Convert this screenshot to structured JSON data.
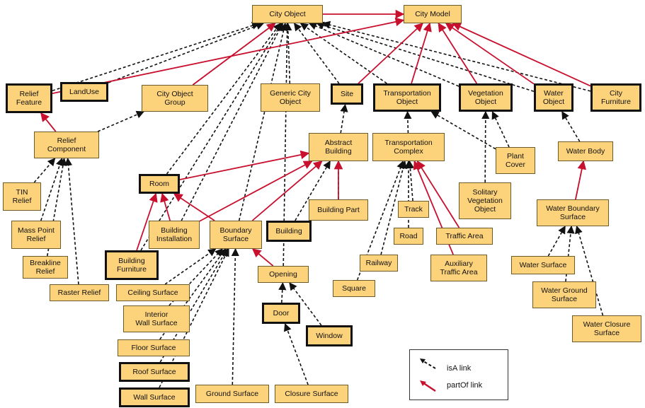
{
  "nodes": [
    {
      "id": "city_object",
      "label": "City Object",
      "bold": false
    },
    {
      "id": "city_model",
      "label": "City Model",
      "bold": false
    },
    {
      "id": "relief_feature",
      "label": "Relief\nFeature",
      "bold": true
    },
    {
      "id": "landuse",
      "label": "LandUse",
      "bold": true
    },
    {
      "id": "city_object_group",
      "label": "City Object\nGroup",
      "bold": false
    },
    {
      "id": "generic_city_object",
      "label": "Generic City\nObject",
      "bold": false
    },
    {
      "id": "site",
      "label": "Site",
      "bold": true
    },
    {
      "id": "transportation_object",
      "label": "Transportation\nObject",
      "bold": true
    },
    {
      "id": "vegetation_object",
      "label": "Vegetation\nObject",
      "bold": true
    },
    {
      "id": "water_object",
      "label": "Water\nObject",
      "bold": true
    },
    {
      "id": "city_furniture",
      "label": "City\nFurniture",
      "bold": true
    },
    {
      "id": "relief_component",
      "label": "Relief\nComponent",
      "bold": false
    },
    {
      "id": "abstract_building",
      "label": "Abstract\nBuilding",
      "bold": false
    },
    {
      "id": "transportation_complex",
      "label": "Transportation\nComplex",
      "bold": false
    },
    {
      "id": "plant_cover",
      "label": "Plant\nCover",
      "bold": false
    },
    {
      "id": "water_body",
      "label": "Water Body",
      "bold": false
    },
    {
      "id": "tin_relief",
      "label": "TIN\nRelief",
      "bold": false
    },
    {
      "id": "room",
      "label": "Room",
      "bold": true
    },
    {
      "id": "building_part",
      "label": "Building Part",
      "bold": false
    },
    {
      "id": "track",
      "label": "Track",
      "bold": false
    },
    {
      "id": "solitary_vegetation_object",
      "label": "Solitary\nVegetation\nObject",
      "bold": false
    },
    {
      "id": "water_boundary_surface",
      "label": "Water Boundary\nSurface",
      "bold": false
    },
    {
      "id": "mass_point_relief",
      "label": "Mass Point\nRelief",
      "bold": false
    },
    {
      "id": "building_installation",
      "label": "Building\nInstallation",
      "bold": false
    },
    {
      "id": "boundary_surface",
      "label": "Boundary\nSurface",
      "bold": false
    },
    {
      "id": "building",
      "label": "Building",
      "bold": true
    },
    {
      "id": "road",
      "label": "Road",
      "bold": false
    },
    {
      "id": "traffic_area",
      "label": "Traffic Area",
      "bold": false
    },
    {
      "id": "breakline_relief",
      "label": "Breakline\nRelief",
      "bold": false
    },
    {
      "id": "building_furniture",
      "label": "Building\nFurniture",
      "bold": true
    },
    {
      "id": "railway",
      "label": "Railway",
      "bold": false
    },
    {
      "id": "auxiliary_traffic_area",
      "label": "Auxiliary\nTraffic Area",
      "bold": false
    },
    {
      "id": "water_surface",
      "label": "Water Surface",
      "bold": false
    },
    {
      "id": "opening",
      "label": "Opening",
      "bold": false
    },
    {
      "id": "raster_relief",
      "label": "Raster Relief",
      "bold": false
    },
    {
      "id": "ceiling_surface",
      "label": "Ceiling Surface",
      "bold": false
    },
    {
      "id": "square",
      "label": "Square",
      "bold": false
    },
    {
      "id": "water_ground_surface",
      "label": "Water Ground\nSurface",
      "bold": false
    },
    {
      "id": "interior_wall_surface",
      "label": "Interior\nWall Surface",
      "bold": false
    },
    {
      "id": "door",
      "label": "Door",
      "bold": true
    },
    {
      "id": "water_closure_surface",
      "label": "Water Closure\nSurface",
      "bold": false
    },
    {
      "id": "window",
      "label": "Window",
      "bold": true
    },
    {
      "id": "floor_surface",
      "label": "Floor Surface",
      "bold": false
    },
    {
      "id": "roof_surface",
      "label": "Roof Surface",
      "bold": true
    },
    {
      "id": "wall_surface",
      "label": "Wall Surface",
      "bold": true
    },
    {
      "id": "ground_surface",
      "label": "Ground Surface",
      "bold": false
    },
    {
      "id": "closure_surface",
      "label": "Closure Surface",
      "bold": false
    }
  ],
  "isa_links": [
    [
      "relief_feature",
      "city_object"
    ],
    [
      "landuse",
      "city_object"
    ],
    [
      "city_object_group",
      "city_object"
    ],
    [
      "generic_city_object",
      "city_object"
    ],
    [
      "site",
      "city_object"
    ],
    [
      "transportation_object",
      "city_object"
    ],
    [
      "vegetation_object",
      "city_object"
    ],
    [
      "water_object",
      "city_object"
    ],
    [
      "city_furniture",
      "city_object"
    ],
    [
      "room",
      "city_object"
    ],
    [
      "building_installation",
      "city_object"
    ],
    [
      "boundary_surface",
      "city_object"
    ],
    [
      "opening",
      "city_object"
    ],
    [
      "building_furniture",
      "city_object"
    ],
    [
      "relief_component",
      "city_object_group"
    ],
    [
      "abstract_building",
      "site"
    ],
    [
      "transportation_complex",
      "transportation_object"
    ],
    [
      "plant_cover",
      "transportation_object"
    ],
    [
      "plant_cover",
      "vegetation_object"
    ],
    [
      "solitary_vegetation_object",
      "vegetation_object"
    ],
    [
      "water_body",
      "water_object"
    ],
    [
      "water_boundary_surface",
      "water_body"
    ],
    [
      "building_part",
      "abstract_building"
    ],
    [
      "building",
      "abstract_building"
    ],
    [
      "tin_relief",
      "relief_component"
    ],
    [
      "mass_point_relief",
      "relief_component"
    ],
    [
      "breakline_relief",
      "relief_component"
    ],
    [
      "raster_relief",
      "relief_component"
    ],
    [
      "track",
      "transportation_complex"
    ],
    [
      "road",
      "transportation_complex"
    ],
    [
      "railway",
      "transportation_complex"
    ],
    [
      "square",
      "transportation_complex"
    ],
    [
      "water_surface",
      "water_boundary_surface"
    ],
    [
      "water_ground_surface",
      "water_boundary_surface"
    ],
    [
      "water_closure_surface",
      "water_boundary_surface"
    ],
    [
      "door",
      "opening"
    ],
    [
      "window",
      "opening"
    ],
    [
      "ceiling_surface",
      "boundary_surface"
    ],
    [
      "interior_wall_surface",
      "boundary_surface"
    ],
    [
      "floor_surface",
      "boundary_surface"
    ],
    [
      "roof_surface",
      "boundary_surface"
    ],
    [
      "wall_surface",
      "boundary_surface"
    ],
    [
      "ground_surface",
      "boundary_surface"
    ],
    [
      "closure_surface",
      "door"
    ]
  ],
  "partof_links": [
    [
      "city_object",
      "city_model"
    ],
    [
      "relief_feature",
      "city_model"
    ],
    [
      "city_object_group",
      "city_object"
    ],
    [
      "site",
      "city_model"
    ],
    [
      "transportation_object",
      "city_model"
    ],
    [
      "vegetation_object",
      "city_model"
    ],
    [
      "water_object",
      "city_model"
    ],
    [
      "city_furniture",
      "city_model"
    ],
    [
      "relief_component",
      "relief_feature"
    ],
    [
      "room",
      "abstract_building"
    ],
    [
      "building_installation",
      "abstract_building"
    ],
    [
      "boundary_surface",
      "abstract_building"
    ],
    [
      "building_part",
      "abstract_building"
    ],
    [
      "building_furniture",
      "room"
    ],
    [
      "building_installation",
      "room"
    ],
    [
      "opening",
      "boundary_surface"
    ],
    [
      "boundary_surface",
      "room"
    ],
    [
      "traffic_area",
      "transportation_complex"
    ],
    [
      "auxiliary_traffic_area",
      "transportation_complex"
    ],
    [
      "water_boundary_surface",
      "water_body"
    ]
  ],
  "legend": {
    "isa_label": "isA link",
    "partof_label": "partOf link"
  },
  "colors": {
    "node_fill": "#fcd27b",
    "isa": "#111111",
    "partof": "#c8102e"
  }
}
